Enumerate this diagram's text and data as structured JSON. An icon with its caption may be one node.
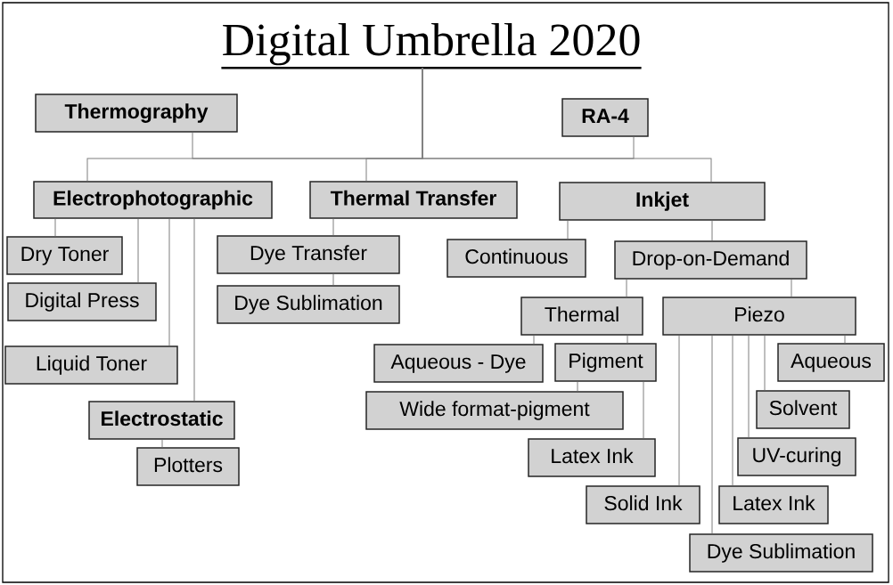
{
  "diagram": {
    "nodes": [
      {
        "text": [
          "Digital Umbrella 2020"
        ]
      },
      {
        "text": [
          "Thermography"
        ]
      },
      {
        "text": [
          "RA-4"
        ]
      },
      {
        "text": [
          "Electrophotographic"
        ]
      },
      {
        "text": [
          "Thermal Transfer"
        ]
      },
      {
        "text": [
          "Inkjet"
        ]
      },
      {
        "text": [
          "Dry Toner"
        ]
      },
      {
        "text": [
          "Dye Transfer"
        ]
      },
      {
        "text": [
          "Continuous"
        ]
      },
      {
        "text": [
          "Drop-on-Demand"
        ]
      },
      {
        "text": [
          "Digital Press"
        ]
      },
      {
        "text": [
          "Dye Sublimation"
        ]
      },
      {
        "text": [
          "Thermal"
        ]
      },
      {
        "text": [
          "Piezo"
        ]
      },
      {
        "text": [
          "Aqueous - Dye"
        ]
      },
      {
        "text": [
          "Pigment"
        ]
      },
      {
        "text": [
          "Aqueous"
        ]
      },
      {
        "text": [
          "Liquid Toner"
        ]
      },
      {
        "text": [
          "Wide format-pigment"
        ]
      },
      {
        "text": [
          "Solvent"
        ]
      },
      {
        "text": [
          "Electrostatic"
        ]
      },
      {
        "text": [
          "Latex Ink"
        ]
      },
      {
        "text": [
          "UV-curing"
        ]
      },
      {
        "text": [
          "Plotters"
        ]
      },
      {
        "text": [
          "Solid Ink"
        ]
      },
      {
        "text": [
          "Latex Ink"
        ]
      },
      {
        "text": [
          "Dye Sublimation"
        ]
      }
    ],
    "edges": [
      {
        "from": 0,
        "to": 1,
        "arrow": "none"
      },
      {
        "from": 0,
        "to": 2,
        "arrow": "none"
      },
      {
        "from": 0,
        "to": 3,
        "arrow": "none"
      },
      {
        "from": 0,
        "to": 4,
        "arrow": "none"
      },
      {
        "from": 0,
        "to": 5,
        "arrow": "none"
      },
      {
        "from": 3,
        "to": 6,
        "arrow": "none"
      },
      {
        "from": 3,
        "to": 10,
        "arrow": "none"
      },
      {
        "from": 3,
        "to": 17,
        "arrow": "none"
      },
      {
        "from": 3,
        "to": 20,
        "arrow": "none"
      },
      {
        "from": 20,
        "to": 23,
        "arrow": "none"
      },
      {
        "from": 4,
        "to": 7,
        "arrow": "none"
      },
      {
        "from": 7,
        "to": 11,
        "arrow": "none"
      },
      {
        "from": 5,
        "to": 8,
        "arrow": "none"
      },
      {
        "from": 5,
        "to": 9,
        "arrow": "none"
      },
      {
        "from": 9,
        "to": 12,
        "arrow": "none"
      },
      {
        "from": 9,
        "to": 13,
        "arrow": "none"
      },
      {
        "from": 12,
        "to": 14,
        "arrow": "none"
      },
      {
        "from": 12,
        "to": 15,
        "arrow": "none"
      },
      {
        "from": 15,
        "to": 18,
        "arrow": "none"
      },
      {
        "from": 15,
        "to": 21,
        "arrow": "none"
      },
      {
        "from": 13,
        "to": 24,
        "arrow": "none"
      },
      {
        "from": 13,
        "to": 26,
        "arrow": "none"
      },
      {
        "from": 13,
        "to": 25,
        "arrow": "none"
      },
      {
        "from": 13,
        "to": 22,
        "arrow": "none"
      },
      {
        "from": 13,
        "to": 19,
        "arrow": "none"
      },
      {
        "from": 13,
        "to": 16,
        "arrow": "none"
      }
    ]
  }
}
